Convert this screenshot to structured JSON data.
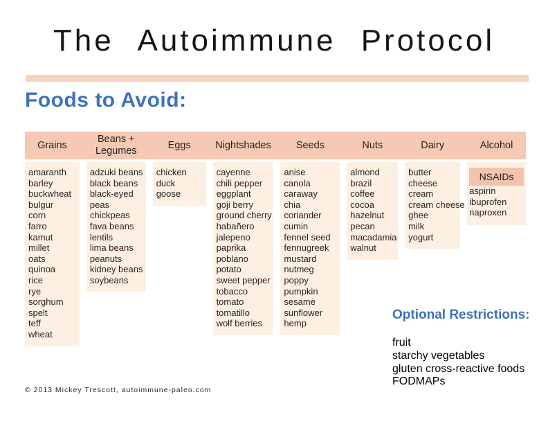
{
  "page": {
    "title": "The Autoimmune Protocol",
    "section_title": "Foods to Avoid:",
    "footer": "© 2013 Mickey Trescott, autoimmune-paleo.com"
  },
  "colors": {
    "header_bg": "#f5c9b3",
    "column_bg": "#fdf0e2",
    "divider_bar": "#f8d3c0",
    "nsaids_bg": "#f4c3ae",
    "accent_blue": "#3e73b9",
    "text": "#231f20"
  },
  "table": {
    "columns": [
      {
        "header": "Grains",
        "items": [
          "amaranth",
          "barley",
          "buckwheat",
          "bulgur",
          "corn",
          "farro",
          "kamut",
          "millet",
          "oats",
          "quinoa",
          "rice",
          "rye",
          "sorghum",
          "spelt",
          "teff",
          "wheat"
        ]
      },
      {
        "header": "Beans + Legumes",
        "items": [
          "adzuki beans",
          "black beans",
          "black-eyed peas",
          "chickpeas",
          "fava beans",
          "lentils",
          "lima beans",
          "peanuts",
          "kidney beans",
          "soybeans"
        ]
      },
      {
        "header": "Eggs",
        "items": [
          "chicken",
          "duck",
          "goose"
        ]
      },
      {
        "header": "Nightshades",
        "items": [
          "cayenne",
          "chili pepper",
          "eggplant",
          "goji berry",
          "ground cherry",
          "habañero",
          "jalepeno",
          "paprika",
          "poblano",
          "potato",
          "sweet pepper",
          "tobacco",
          "tomato",
          "tomatillo",
          "wolf berries"
        ]
      },
      {
        "header": "Seeds",
        "items": [
          "anise",
          "canola",
          "caraway",
          "chia",
          "coriander",
          "cumin",
          "fennel seed",
          "fennugreek",
          "mustard",
          "nutmeg",
          "poppy",
          "pumpkin",
          "sesame",
          "sunflower",
          "hemp"
        ]
      },
      {
        "header": "Nuts",
        "items": [
          "almond",
          "brazil",
          "coffee",
          "cocoa",
          "hazelnut",
          "pecan",
          "macadamia",
          "walnut"
        ]
      },
      {
        "header": "Dairy",
        "items": [
          "butter",
          "cheese",
          "cream",
          "cream cheese",
          "ghee",
          "milk",
          "yogurt"
        ]
      },
      {
        "header": "Alcohol",
        "items": [],
        "subgroup": {
          "header": "NSAIDs",
          "items": [
            "aspirin",
            "ibuprofen",
            "naproxen"
          ]
        }
      }
    ]
  },
  "optional_restrictions": {
    "title": "Optional Restrictions:",
    "items": [
      "fruit",
      "starchy vegetables",
      "gluten cross-reactive foods",
      "FODMAPs"
    ]
  }
}
